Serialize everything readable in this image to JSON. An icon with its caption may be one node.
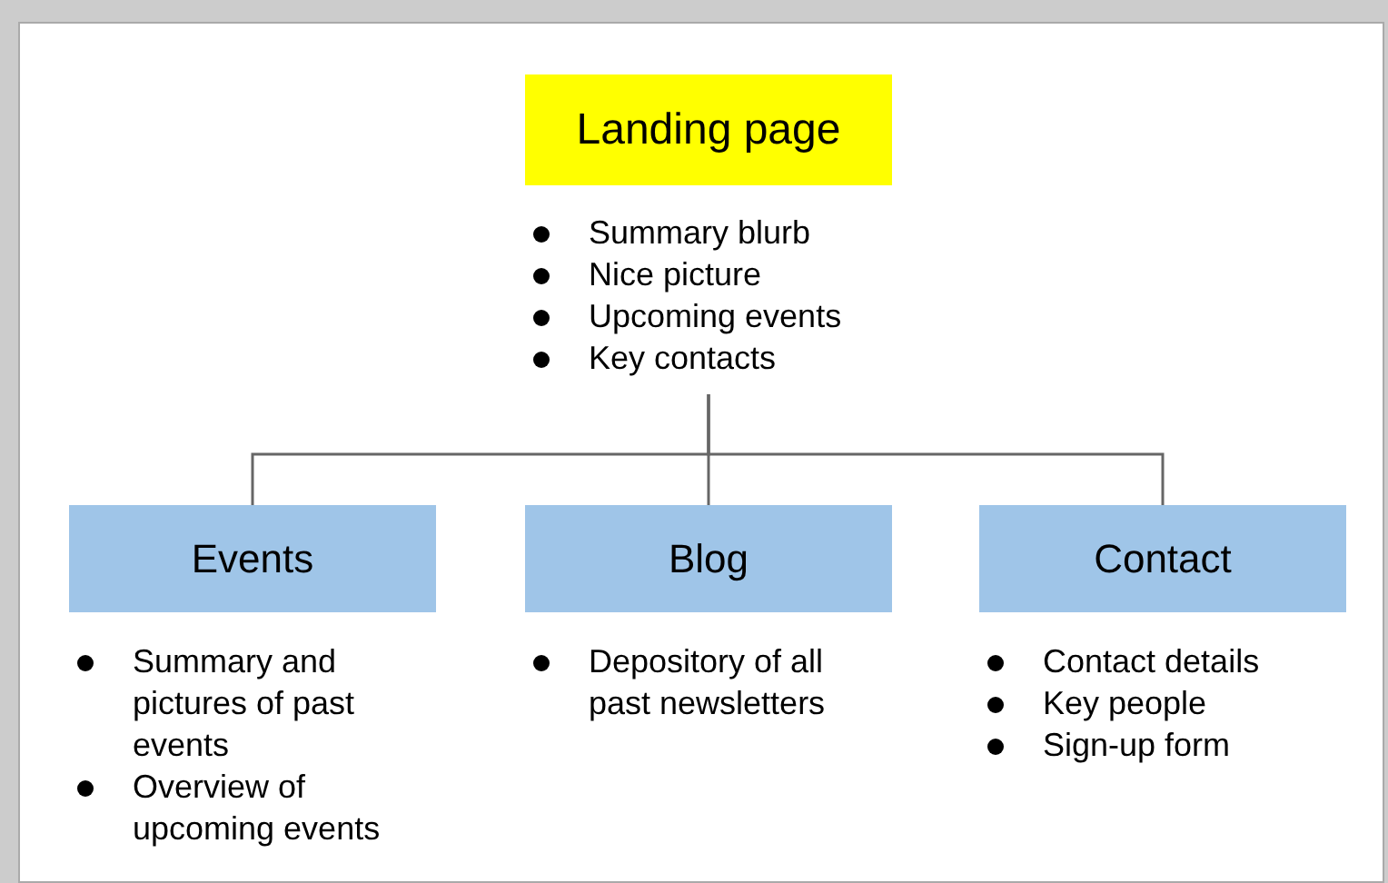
{
  "diagram": {
    "nodes": [
      {
        "text": [
          "Landing page",
          "Summary blurb",
          "Nice picture",
          "Upcoming events",
          "Key contacts"
        ]
      },
      {
        "text": [
          "Events"
        ],
        "beside": [
          "Summary and pictures of past events",
          "Overview of upcoming events"
        ]
      },
      {
        "text": [
          "Blog"
        ],
        "beside": [
          "Depository of all past newsletters"
        ]
      },
      {
        "text": [
          "Contact"
        ],
        "beside": [
          "Contact details",
          "Key people",
          "Sign-up form"
        ]
      }
    ],
    "edges": [
      {
        "from": 0,
        "to": 1,
        "arrow": "none"
      },
      {
        "from": 0,
        "to": 2,
        "arrow": "none"
      },
      {
        "from": 0,
        "to": 3,
        "arrow": "none"
      }
    ]
  }
}
